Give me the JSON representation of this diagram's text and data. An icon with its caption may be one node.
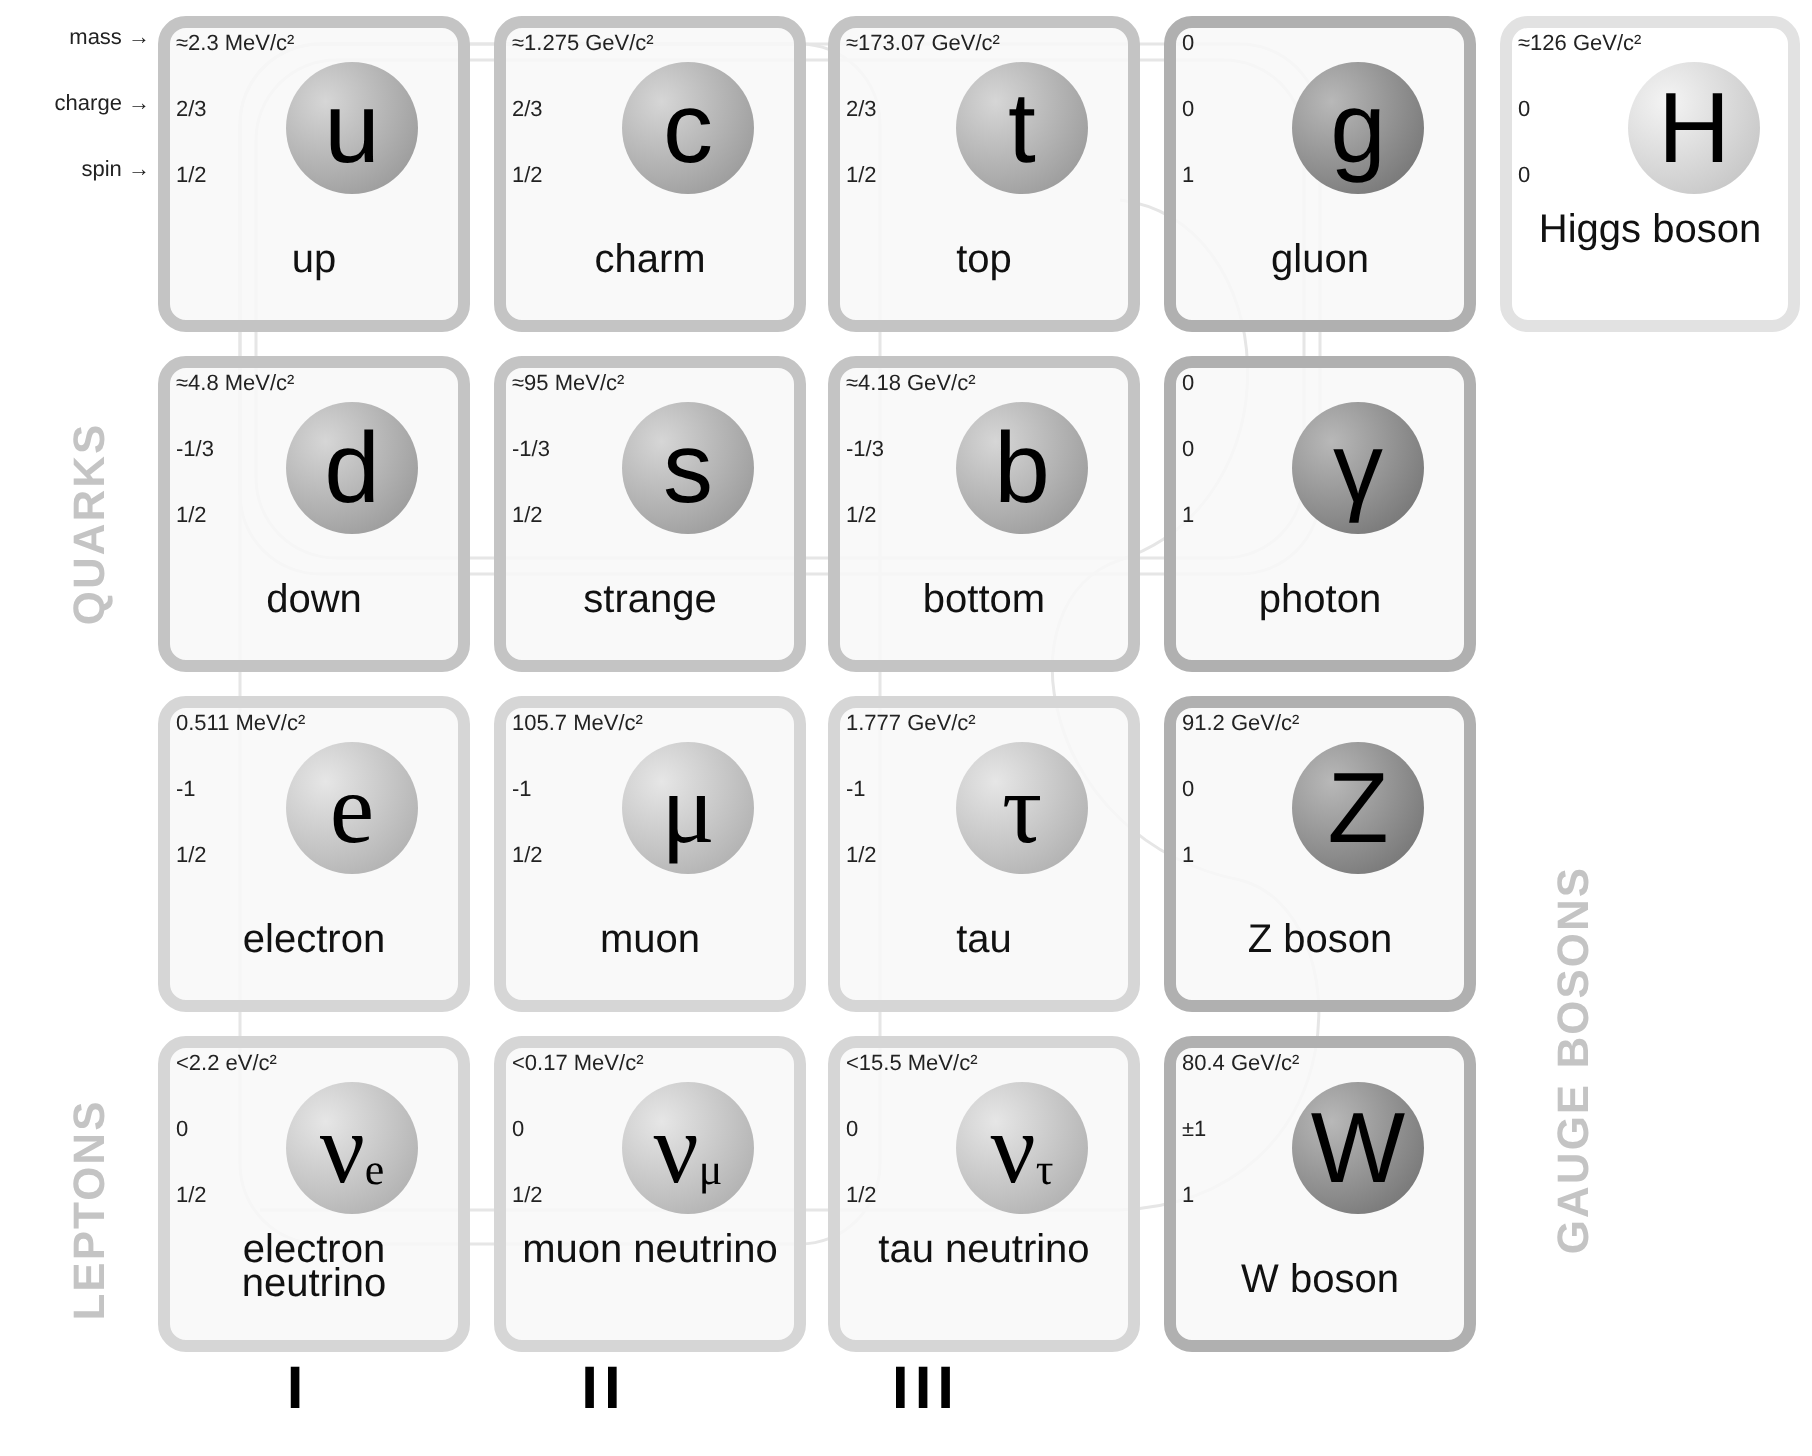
{
  "diagram": {
    "nodes": [
      {
        "text": [
          "≈2.3 MeV/c²",
          "2/3",
          "1/2",
          "u",
          "up"
        ]
      },
      {
        "text": [
          "≈1.275 GeV/c²",
          "2/3",
          "1/2",
          "c",
          "charm"
        ]
      },
      {
        "text": [
          "≈173.07 GeV/c²",
          "2/3",
          "1/2",
          "t",
          "top"
        ]
      },
      {
        "text": [
          "0",
          "0",
          "1",
          "g",
          "gluon"
        ]
      },
      {
        "text": [
          "≈126 GeV/c²",
          "0",
          "0",
          "H",
          "Higgs boson"
        ]
      },
      {
        "text": [
          "≈4.8 MeV/c²",
          "-1/3",
          "1/2",
          "d",
          "down"
        ]
      },
      {
        "text": [
          "≈95 MeV/c²",
          "-1/3",
          "1/2",
          "s",
          "strange"
        ]
      },
      {
        "text": [
          "≈4.18 GeV/c²",
          "-1/3",
          "1/2",
          "b",
          "bottom"
        ]
      },
      {
        "text": [
          "0",
          "0",
          "1",
          "γ",
          "photon"
        ]
      },
      {
        "text": [
          "0.511 MeV/c²",
          "-1",
          "1/2",
          "e",
          "electron"
        ]
      },
      {
        "text": [
          "105.7 MeV/c²",
          "-1",
          "1/2",
          "μ",
          "muon"
        ]
      },
      {
        "text": [
          "1.777 GeV/c²",
          "-1",
          "1/2",
          "τ",
          "tau"
        ]
      },
      {
        "text": [
          "91.2 GeV/c²",
          "0",
          "1",
          "Z",
          "Z boson"
        ]
      },
      {
        "text": [
          "<2.2 eV/c²",
          "0",
          "1/2",
          "ν$_{e}$",
          "electron neutrino"
        ]
      },
      {
        "text": [
          "<0.17 MeV/c²",
          "0",
          "1/2",
          "ν$_{μ}$",
          "muon neutrino"
        ]
      },
      {
        "text": [
          "<15.5 MeV/c²",
          "0",
          "1/2",
          "ν$_{τ}$",
          "tau neutrino"
        ]
      },
      {
        "text": [
          "80.4 GeV/c²",
          "±1",
          "1",
          "W",
          "W boson"
        ]
      }
    ],
    "labels": [
      "mass →",
      "charge →",
      "spin →",
      "QUARKS",
      "LEPTONS",
      "GAUGE BOSONS",
      "I",
      "II",
      "III"
    ]
  }
}
